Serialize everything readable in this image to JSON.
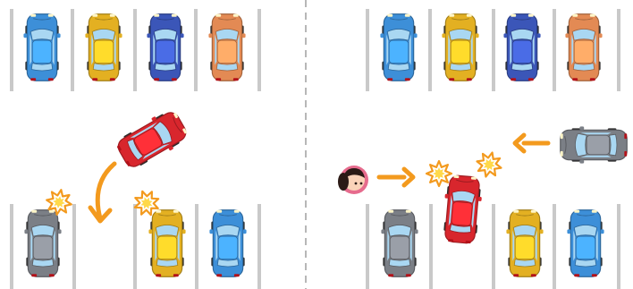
{
  "scene": {
    "left_panel": {
      "description_tag": "left-panel",
      "top_row_cars": [
        "blue",
        "yellow",
        "navy",
        "orange"
      ],
      "bottom_row_cars": [
        "gray",
        "yellow",
        "blue"
      ],
      "moving_car": "red",
      "impacts": 2
    },
    "right_panel": {
      "description_tag": "right-panel",
      "top_row_cars": [
        "blue",
        "yellow",
        "navy",
        "orange"
      ],
      "bottom_row_cars": [
        "gray",
        "yellow",
        "blue"
      ],
      "moving_car": "red",
      "incoming_car": "gray",
      "impacts": 2
    }
  },
  "colors": {
    "blue": "#3d8fd8",
    "yellow": "#e3b022",
    "navy": "#3b56b8",
    "orange": "#e38a54",
    "gray": "#7b7f86",
    "red": "#d8262d",
    "arrow": "#f39a1e",
    "stall_line": "#c9c9c9",
    "divider": "#b7b7b7"
  }
}
